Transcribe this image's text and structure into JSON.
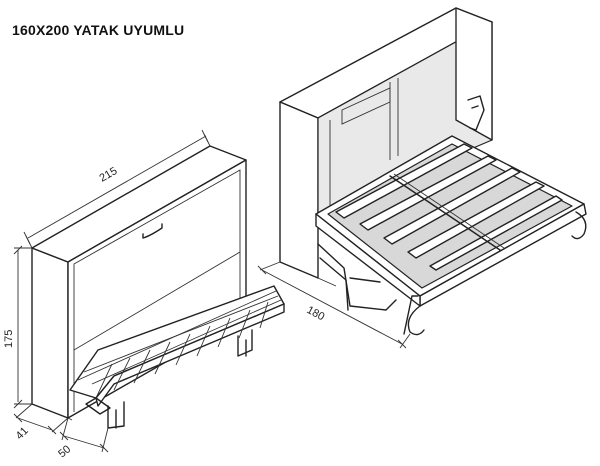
{
  "title": "160X200 YATAK UYUMLU",
  "dimensions": {
    "width": "215",
    "height": "175",
    "depth": "41",
    "seat": "50",
    "bed_depth": "180"
  }
}
